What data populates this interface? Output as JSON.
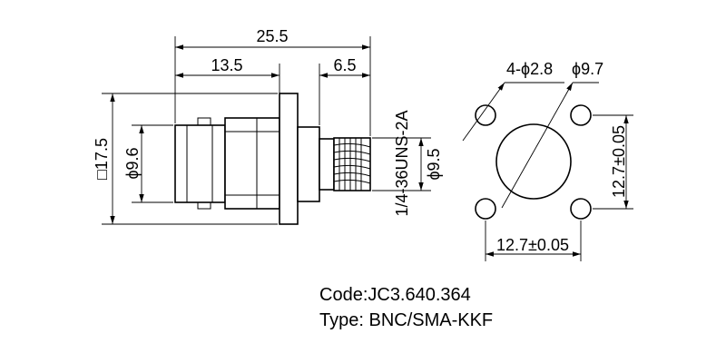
{
  "dimensions": {
    "overall_length": "25.5",
    "bnc_length": "13.5",
    "sma_length": "6.5",
    "flange_square": "□17.5",
    "bnc_diameter": "ϕ9.6",
    "thread_spec": "1/4-36UNS-2A",
    "sma_diameter": "ϕ9.5",
    "holes": "4-ϕ2.8",
    "center_hole": "ϕ9.7",
    "hole_spacing_v": "12.7±0.05",
    "hole_spacing_h": "12.7±0.05"
  },
  "info": {
    "code": "Code:JC3.640.364",
    "type": "Type: BNC/SMA-KKF"
  }
}
